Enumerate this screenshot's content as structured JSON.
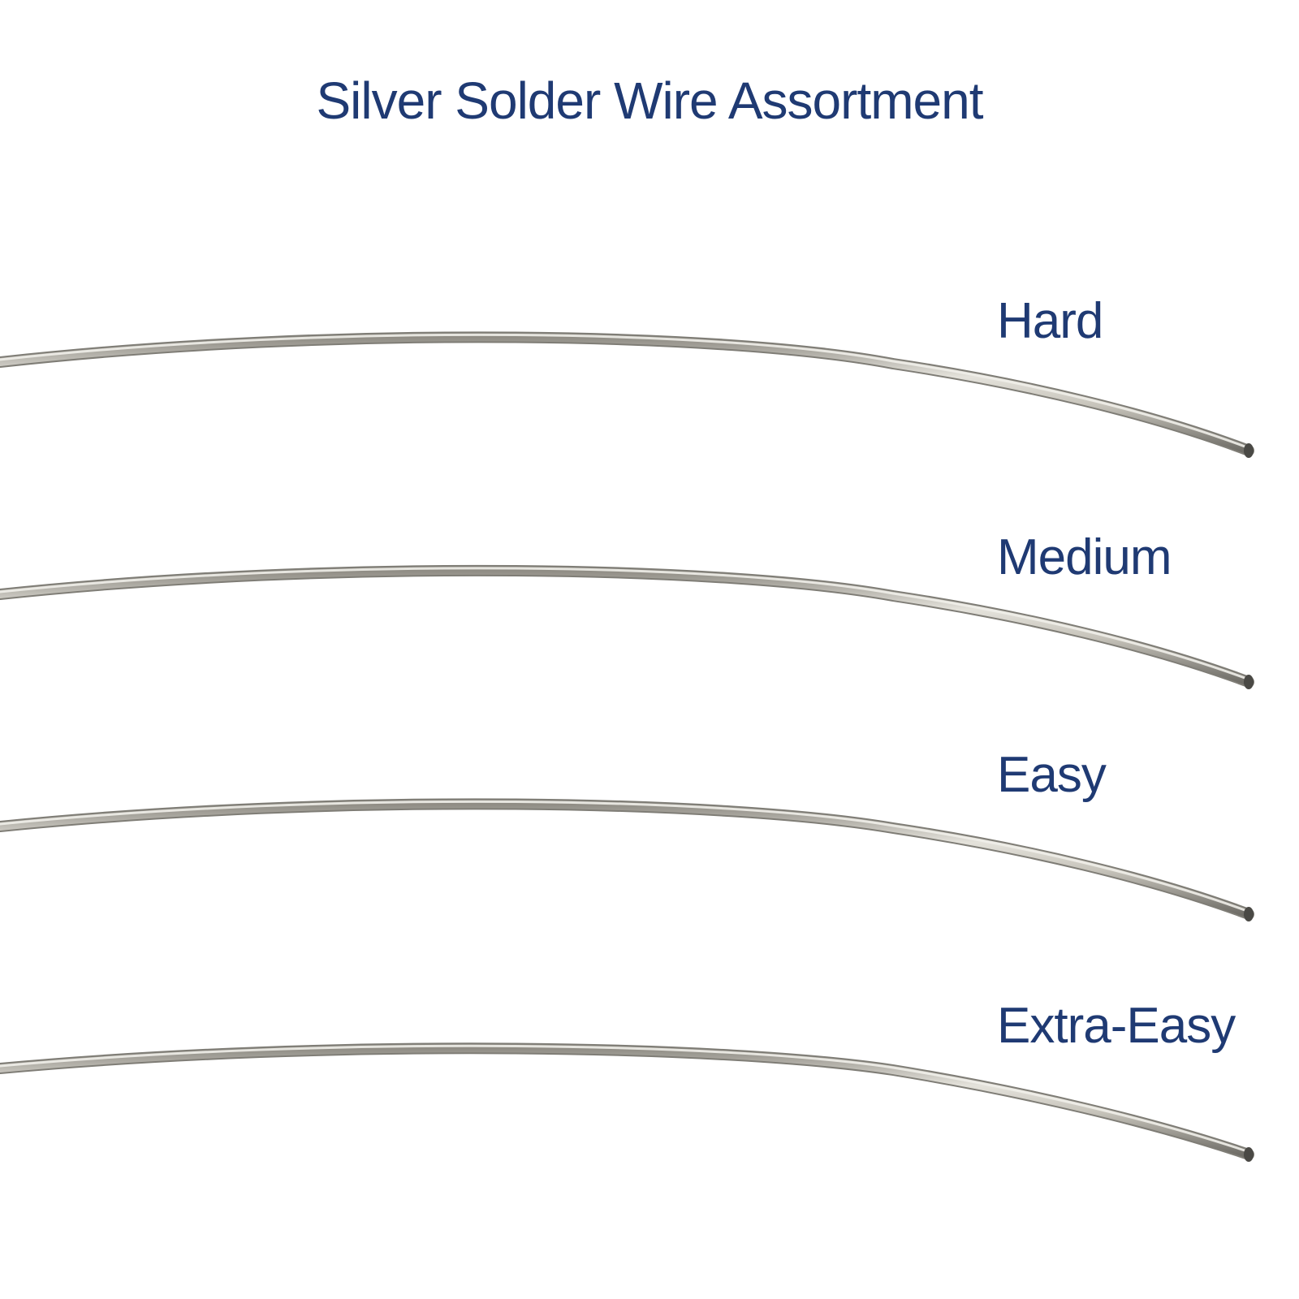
{
  "title": "Silver Solder Wire Assortment",
  "colors": {
    "text": "#1f3a73",
    "background": "#ffffff",
    "wire_light": "#d8d5cc",
    "wire_mid": "#b9b6ac",
    "wire_dark": "#7d7b74"
  },
  "wires": [
    {
      "label": "Hard"
    },
    {
      "label": "Medium"
    },
    {
      "label": "Easy"
    },
    {
      "label": "Extra-Easy"
    }
  ]
}
